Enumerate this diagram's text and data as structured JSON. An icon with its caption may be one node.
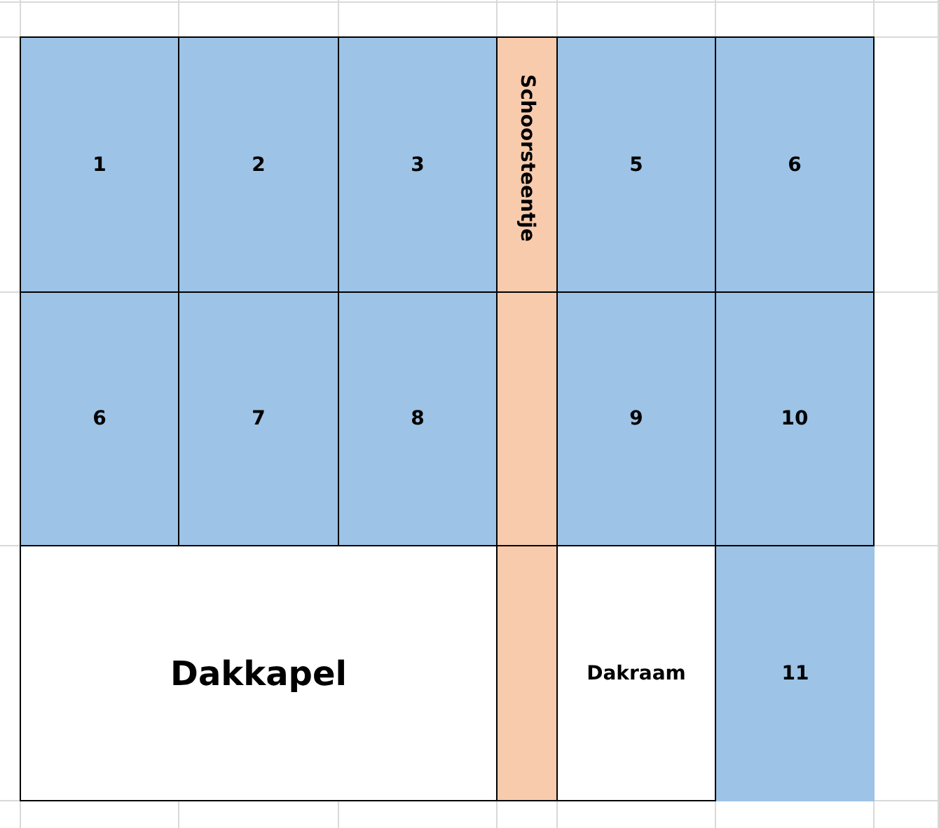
{
  "diagram": {
    "nodes": [
      {
        "text": [
          "1"
        ]
      },
      {
        "text": [
          "2"
        ]
      },
      {
        "text": [
          "3"
        ]
      },
      {
        "text": [
          "Schoorsteentje"
        ]
      },
      {
        "text": [
          "5"
        ]
      },
      {
        "text": [
          "6"
        ]
      },
      {
        "text": [
          "6"
        ]
      },
      {
        "text": [
          "7"
        ]
      },
      {
        "text": [
          "8"
        ]
      },
      {
        "text": [
          "9"
        ]
      },
      {
        "text": [
          "10"
        ]
      },
      {
        "text": [
          "Dakkapel"
        ]
      },
      {
        "text": [
          "Dakraam"
        ]
      },
      {
        "text": [
          "11"
        ]
      }
    ],
    "edges": []
  }
}
